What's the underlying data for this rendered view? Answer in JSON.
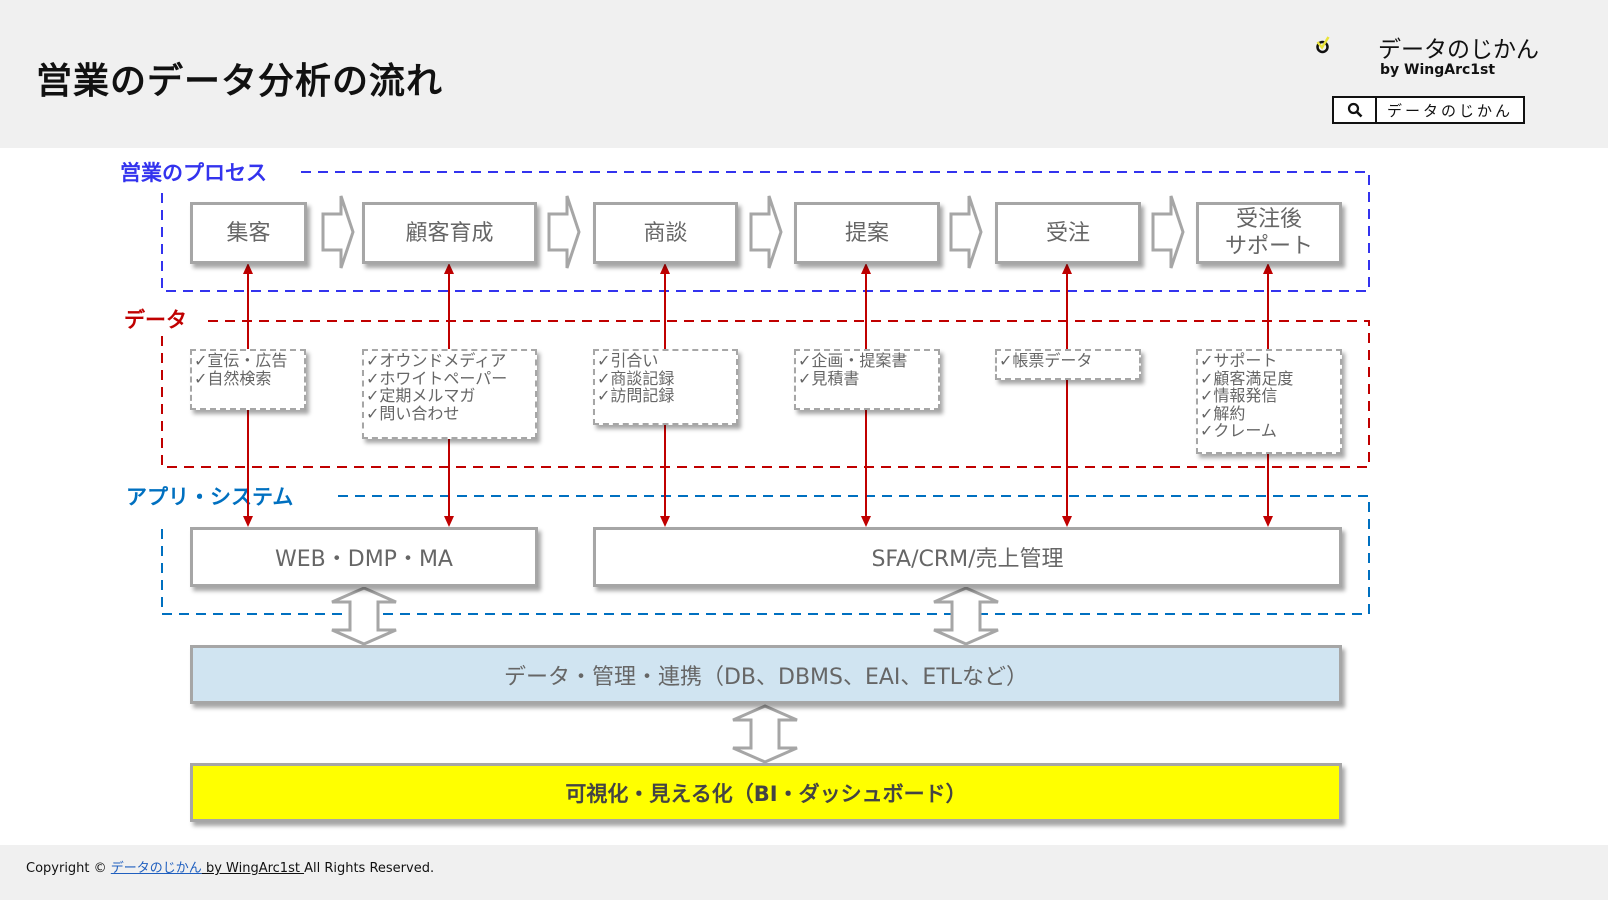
{
  "header": {
    "title": "営業のデータ分析の流れ",
    "logo": {
      "name": "データのじかん",
      "sub": "by WingArc1st",
      "search_text": "データのじかん",
      "search_icon": "search-icon"
    }
  },
  "colors": {
    "process_blue": "#3333ee",
    "data_red": "#c00000",
    "app_blue": "#0070c0",
    "box_border": "#a6a6a6",
    "data_mgmt_fill": "#d0e4f1",
    "bi_fill": "#ffff00"
  },
  "sections": {
    "process": {
      "label": "営業のプロセス",
      "steps": [
        {
          "label": "集客"
        },
        {
          "label": "顧客育成"
        },
        {
          "label": "商談"
        },
        {
          "label": "提案"
        },
        {
          "label": "受注"
        },
        {
          "label": "受注後\nサポート",
          "line1": "受注後",
          "line2": "サポート"
        }
      ]
    },
    "data": {
      "label": "データ",
      "groups": [
        {
          "items": [
            "✓宣伝・広告",
            "✓自然検索"
          ]
        },
        {
          "items": [
            "✓オウンドメディア",
            "✓ホワイトペーパー",
            "✓定期メルマガ",
            "✓問い合わせ"
          ]
        },
        {
          "items": [
            "✓引合い",
            "✓商談記録",
            "✓訪問記録"
          ]
        },
        {
          "items": [
            "✓企画・提案書",
            "✓見積書"
          ]
        },
        {
          "items": [
            "✓帳票データ"
          ]
        },
        {
          "items": [
            "✓サポート",
            "✓顧客満足度",
            "✓情報発信",
            "✓解約",
            "✓クレーム"
          ]
        }
      ]
    },
    "apps": {
      "label": "アプリ・システム",
      "systems": [
        {
          "label": "WEB・DMP・MA"
        },
        {
          "label": "SFA/CRM/売上管理"
        }
      ]
    },
    "data_management": {
      "label": "データ・管理・連携（DB、DBMS、EAI、ETLなど）"
    },
    "visualization": {
      "label": "可視化・見える化（BI・ダッシュボード）"
    }
  },
  "footer": {
    "prefix": "Copyright © ",
    "link": "データのじかん",
    "by": " by WingArc1st ",
    "suffix": "All Rights Reserved."
  }
}
